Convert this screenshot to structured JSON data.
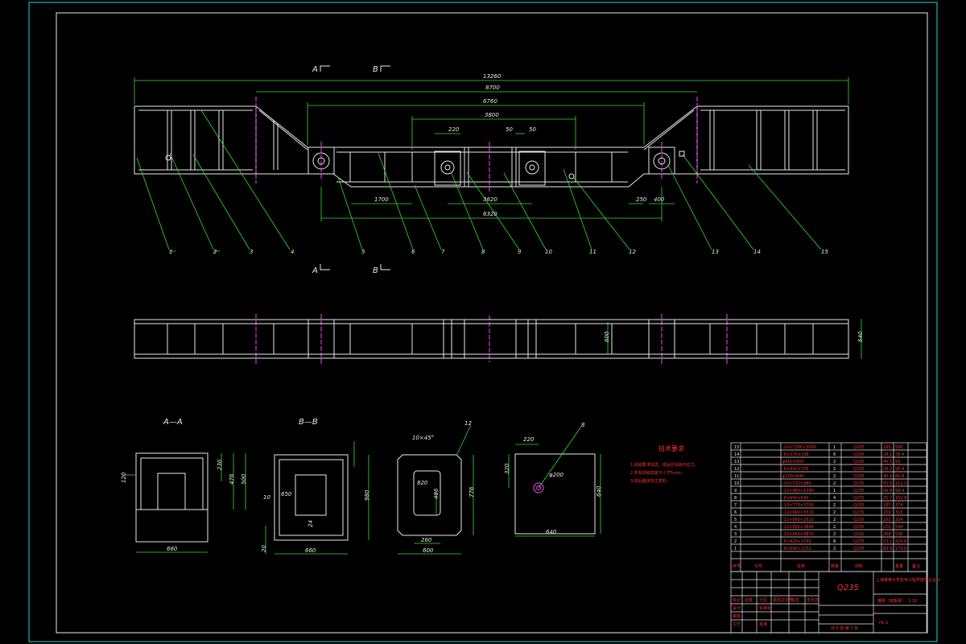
{
  "section_labels": {
    "a1": "A",
    "b1": "B",
    "a2": "A",
    "b2": "B",
    "aa": "A—A",
    "bb": "B—B"
  },
  "top_dims": {
    "overall": "13260",
    "d8700": "8700",
    "d6760": "6760",
    "d3800": "3800",
    "d220": "220",
    "d50a": "50",
    "d50b": "50",
    "d1700": "1700",
    "d3620": "3620",
    "d6320": "6320",
    "d250": "250",
    "d400": "400"
  },
  "part_numbers": [
    "1",
    "2",
    "3",
    "4",
    "5",
    "6",
    "7",
    "8",
    "9",
    "10",
    "11",
    "12",
    "13",
    "14",
    "15"
  ],
  "side_dims": {
    "d600": "600",
    "d640": "640"
  },
  "aa_dims": {
    "d120": "120",
    "d230": "230",
    "d476": "476",
    "d500": "500",
    "d660": "660"
  },
  "bb_dims": {
    "d10": "10",
    "d650": "650",
    "d980": "980",
    "d24": "24",
    "d20": "20",
    "d660": "660"
  },
  "plate12": {
    "num": "12",
    "chamfer": "10×45°",
    "d820": "820",
    "d486": "486",
    "d776": "776",
    "d260": "260",
    "d600": "600"
  },
  "plate8": {
    "num": "8",
    "d220": "220",
    "d320": "320",
    "hole": "φ200",
    "d640": "640",
    "d640b": "640"
  },
  "tech_notes": {
    "title": "技术要求",
    "lines": [
      "1.焊缝要求焊透，焊后应消除内应力。",
      "2.所有焊缝高度不小于5mm。",
      "3.焊后整体校正变形。"
    ]
  },
  "material": "Q235",
  "bom_rows": [
    {
      "no": "15",
      "spec": "-10×7260×3000",
      "qty": "1",
      "mat": "Q235",
      "w1": "295",
      "w2": "590"
    },
    {
      "no": "14",
      "spec": "-8×270×198",
      "qty": "6",
      "mat": "Q235",
      "w1": "28.1",
      "w2": "78.4"
    },
    {
      "no": "13",
      "spec": "φ400×600",
      "qty": "2",
      "mat": "Q235",
      "w1": "46.5",
      "w2": "93"
    },
    {
      "no": "12",
      "spec": "-8×600×776",
      "qty": "2",
      "mat": "Q235",
      "w1": "29.2",
      "w2": "58.4"
    },
    {
      "no": "11",
      "spec": "φ200×640",
      "qty": "2",
      "mat": "Q235",
      "w1": "40.4",
      "w2": "80.8"
    },
    {
      "no": "10",
      "spec": "-10×710×980",
      "qty": "2",
      "mat": "Q235",
      "w1": "55.6",
      "w2": "111.2"
    },
    {
      "no": "9",
      "spec": "-12×980×1080",
      "qty": "1",
      "mat": "Q235",
      "w1": "99.4",
      "w2": "99.4"
    },
    {
      "no": "8",
      "spec": "-8×640×640",
      "qty": "4",
      "mat": "Q235",
      "w1": "25.7",
      "w2": "102.8"
    },
    {
      "no": "7",
      "spec": "-10×770×3700",
      "qty": "2",
      "mat": "Q235",
      "w1": "187",
      "w2": "374"
    },
    {
      "no": "6",
      "spec": "-12×660×3310",
      "qty": "2",
      "mat": "Q235",
      "w1": "159",
      "w2": "318"
    },
    {
      "no": "5",
      "spec": "-12×660×2610",
      "qty": "2",
      "mat": "Q235",
      "w1": "162",
      "w2": "324"
    },
    {
      "no": "4",
      "spec": "-12×660×3896",
      "qty": "2",
      "mat": "Q235",
      "w1": "272",
      "w2": "544"
    },
    {
      "no": "3",
      "spec": "-12×660×3870",
      "qty": "2",
      "mat": "Q235",
      "w1": "268",
      "w2": "536"
    },
    {
      "no": "2",
      "spec": "-8×420×1740",
      "qty": "8",
      "mat": "Q235",
      "w1": "53.1",
      "w2": "424.8"
    },
    {
      "no": "1",
      "spec": "-8×690×1252",
      "qty": "2",
      "mat": "Q235",
      "w1": "89.9",
      "w2": "179.8"
    }
  ],
  "bom_header": {
    "no": "序号",
    "spec": "代号",
    "name": "名称",
    "qty": "数量",
    "mat": "材料",
    "weight": "重量",
    "note": "备注"
  },
  "title_block": {
    "title": "上海某某大学机电工程学院毕业设计",
    "drawing_name": "横梁（底板梁）",
    "scale_label": "1:20",
    "sheet": "共 5 张  第 7 张",
    "drawing_no": "HL-1",
    "rows": [
      "标记",
      "处数",
      "分区",
      "更改文件号",
      "签名",
      "年月日"
    ],
    "roles": [
      "设计",
      "审核",
      "工艺",
      "标准化",
      "批准"
    ]
  }
}
